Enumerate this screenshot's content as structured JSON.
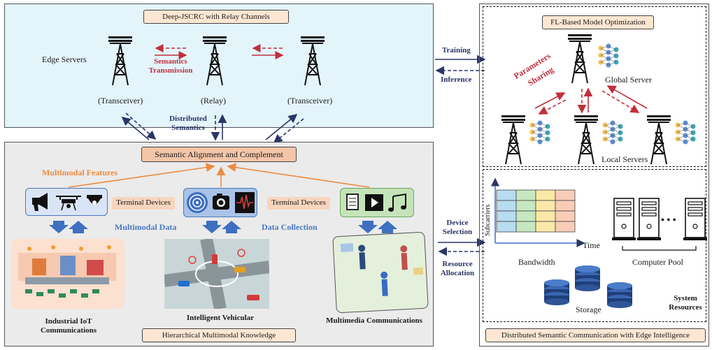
{
  "top_panel": {
    "title": "Deep-JSCRC with Relay Channels",
    "edge_servers": "Edge Servers",
    "semantics_transmission_1": "Semantics",
    "semantics_transmission_2": "Transmission",
    "transceiver_left": "(Transceiver)",
    "relay": "(Relay)",
    "transceiver_right": "(Transceiver)"
  },
  "middle": {
    "distributed_semantics_1": "Distributed",
    "distributed_semantics_2": "Semantics",
    "training": "Training",
    "inference": "Inference",
    "device_selection_1": "Device",
    "device_selection_2": "Selection",
    "resource_allocation_1": "Resource",
    "resource_allocation_2": "Allocation"
  },
  "bottom_panel": {
    "alignment": "Semantic Alignment and Complement",
    "multimodal_features": "Multimodal Features",
    "terminal_devices_1": "Terminal Devices",
    "terminal_devices_2": "Terminal Devices",
    "multimodal_data": "Multimodal Data",
    "data_collection": "Data Collection",
    "industrial_1": "Industrial IoT",
    "industrial_2": "Communications",
    "vehicular": "Intelligent Vehicular",
    "multimedia": "Multimedia Communications",
    "knowledge": "Hierarchical Multimodal Knowledge"
  },
  "right_panel": {
    "fl_title": "FL-Based Model Optimization",
    "parameters_1": "Parameters",
    "parameters_2": "Sharing",
    "global_server": "Global Server",
    "local_servers": "Local Servers",
    "subcarriers": "Subcarriers",
    "time": "Time",
    "bandwidth": "Bandwidth",
    "computer_pool": "Computer Pool",
    "storage": "Storage",
    "system_1": "System",
    "system_2": "Resources",
    "ellipsis": "• • •",
    "bottom_title": "Distributed Semantic Communication with Edge Intelligence"
  },
  "colors": {
    "top_panel_bg": "#e3f4fb",
    "bottom_panel_bg": "#ebebeb",
    "pill_bg": "#fde7d3",
    "alignment_bg": "#f4c6a8",
    "navy_arrow": "#2b3566",
    "red_arrow": "#c0303b",
    "orange_arrow": "#ec8a3f",
    "blue_arrow": "#4a78c2",
    "device_box_1": "#d9e5f6",
    "device_box_2": "#a9c3e8",
    "device_box_3": "#c5e3b9"
  }
}
